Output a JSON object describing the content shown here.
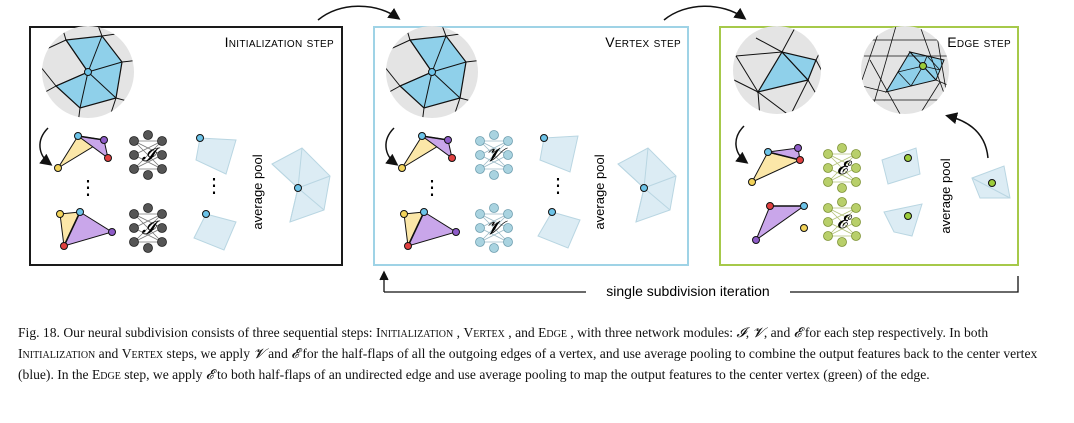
{
  "figure": {
    "panels": {
      "init": {
        "title": "Initialization step",
        "module": "𝓘",
        "pool": "average pool"
      },
      "vertex": {
        "title": "Vertex step",
        "module": "𝓥",
        "pool": "average pool"
      },
      "edge": {
        "title": "Edge step",
        "module": "𝓔",
        "pool": "average pool"
      }
    },
    "iteration_label": "single subdivision iteration",
    "dots": "⋮",
    "colors": {
      "init_border": "#1a1a1a",
      "vertex_border": "#9fd3e6",
      "edge_border": "#a6c94a",
      "face_blue": "#8fd0ea",
      "flap_purple": "#c9a6ea",
      "flap_yellow": "#fbe7a8",
      "node_gray": "#555555",
      "node_blue": "#a9d3e0",
      "node_green": "#b8cf6a",
      "vertex_red": "#e04040",
      "vertex_blue": "#6cc3e8",
      "vertex_yellow": "#f2d35a",
      "vertex_purple": "#8e5cc8",
      "vertex_green": "#9ccc3a"
    }
  },
  "caption": {
    "prefix": "Fig. 18.",
    "s1a": " Our neural subdivision consists of three sequential steps: ",
    "init": "Initialization",
    "s1b": " , ",
    "vertex": "Vertex",
    "s1c": " , and ",
    "edge": "Edge",
    "s1d": " , with three network modules: ",
    "mI": "𝓘",
    "s1e": ", ",
    "mV": "𝓥",
    "s1f": ", and ",
    "mE": "𝓔",
    "s1g": " for each step respectively. In both ",
    "init2": "Initialization",
    "s2a": " and ",
    "vertex2": "Vertex",
    "s2b": " steps, we apply ",
    "mV2": "𝓥",
    "s2c": " and ",
    "mE2": "𝓔",
    "s2d": " for the half-flaps of all the outgoing edges of a vertex, and use average pooling to combine the output features back to the center vertex (blue). In the ",
    "edge2": "Edge",
    "s2e": " step, we apply ",
    "mE3": "𝓔",
    "s2f": " to both half-flaps of an undirected edge and use average pooling to map the output features to the center vertex (green) of the edge."
  }
}
